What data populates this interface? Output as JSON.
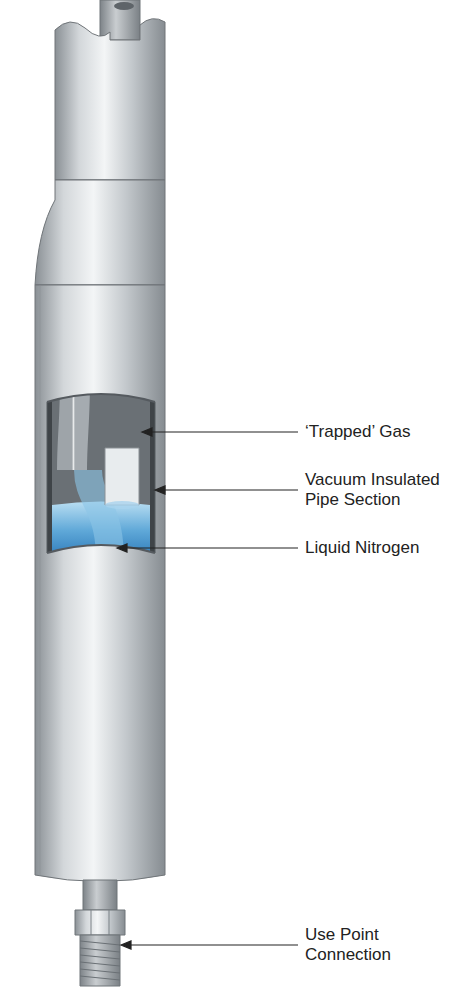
{
  "diagram": {
    "labels": [
      "‘Trapped’ Gas",
      "Vacuum Insulated Pipe Section",
      "Liquid Nitrogen",
      "Use Point Connection"
    ]
  }
}
